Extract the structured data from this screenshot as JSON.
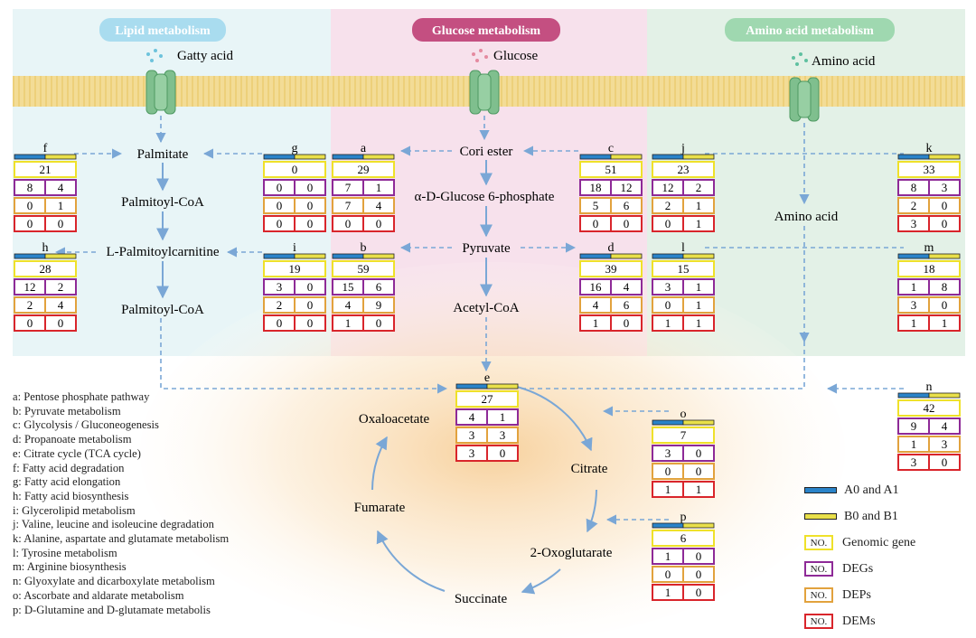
{
  "sections": {
    "lipid": {
      "label": "Lipid metabolism",
      "color": "#a9dcef"
    },
    "glucose": {
      "label": "Glucose metabolism",
      "color": "#c44f81"
    },
    "amino": {
      "label": "Amino acid metabolism",
      "color": "#9fd8b0"
    }
  },
  "transporters": {
    "lipid": "Gatty acid",
    "glucose": "Glucose",
    "amino": "Amino acid"
  },
  "metabolites": {
    "palmitate": "Palmitate",
    "palmitoyl_coa_1": "Palmitoyl-CoA",
    "l_palmitoylcarnitine": "L-Palmitoylcarnitine",
    "palmitoyl_coa_2": "Palmitoyl-CoA",
    "cori_ester": "Cori ester",
    "g6p": "α-D-Glucose 6-phosphate",
    "pyruvate": "Pyruvate",
    "acetyl_coa": "Acetyl-CoA",
    "amino_acid": "Amino acid",
    "oxaloacetate": "Oxaloacetate",
    "citrate": "Citrate",
    "oxoglutarate": "2-Oxoglutarate",
    "succinate": "Succinate",
    "fumarate": "Fumarate"
  },
  "pathways": [
    {
      "id": "f",
      "genomic": "21",
      "degs": [
        "8",
        "4"
      ],
      "deps": [
        "0",
        "1"
      ],
      "dems": [
        "0",
        "0"
      ]
    },
    {
      "id": "g",
      "genomic": "0",
      "degs": [
        "0",
        "0"
      ],
      "deps": [
        "0",
        "0"
      ],
      "dems": [
        "0",
        "0"
      ]
    },
    {
      "id": "a",
      "genomic": "29",
      "degs": [
        "7",
        "1"
      ],
      "deps": [
        "7",
        "4"
      ],
      "dems": [
        "0",
        "0"
      ]
    },
    {
      "id": "c",
      "genomic": "51",
      "degs": [
        "18",
        "12"
      ],
      "deps": [
        "5",
        "6"
      ],
      "dems": [
        "0",
        "0"
      ]
    },
    {
      "id": "j",
      "genomic": "23",
      "degs": [
        "12",
        "2"
      ],
      "deps": [
        "2",
        "1"
      ],
      "dems": [
        "0",
        "1"
      ]
    },
    {
      "id": "k",
      "genomic": "33",
      "degs": [
        "8",
        "3"
      ],
      "deps": [
        "2",
        "0"
      ],
      "dems": [
        "3",
        "0"
      ]
    },
    {
      "id": "h",
      "genomic": "28",
      "degs": [
        "12",
        "2"
      ],
      "deps": [
        "2",
        "4"
      ],
      "dems": [
        "0",
        "0"
      ]
    },
    {
      "id": "i",
      "genomic": "19",
      "degs": [
        "3",
        "0"
      ],
      "deps": [
        "2",
        "0"
      ],
      "dems": [
        "0",
        "0"
      ]
    },
    {
      "id": "b",
      "genomic": "59",
      "degs": [
        "15",
        "6"
      ],
      "deps": [
        "4",
        "9"
      ],
      "dems": [
        "1",
        "0"
      ]
    },
    {
      "id": "d",
      "genomic": "39",
      "degs": [
        "16",
        "4"
      ],
      "deps": [
        "4",
        "6"
      ],
      "dems": [
        "1",
        "0"
      ]
    },
    {
      "id": "l",
      "genomic": "15",
      "degs": [
        "3",
        "1"
      ],
      "deps": [
        "0",
        "1"
      ],
      "dems": [
        "1",
        "1"
      ]
    },
    {
      "id": "m",
      "genomic": "18",
      "degs": [
        "1",
        "8"
      ],
      "deps": [
        "3",
        "0"
      ],
      "dems": [
        "1",
        "1"
      ]
    },
    {
      "id": "e",
      "genomic": "27",
      "degs": [
        "4",
        "1"
      ],
      "deps": [
        "3",
        "3"
      ],
      "dems": [
        "3",
        "0"
      ]
    },
    {
      "id": "n",
      "genomic": "42",
      "degs": [
        "9",
        "4"
      ],
      "deps": [
        "1",
        "3"
      ],
      "dems": [
        "3",
        "0"
      ]
    },
    {
      "id": "o",
      "genomic": "7",
      "degs": [
        "3",
        "0"
      ],
      "deps": [
        "0",
        "0"
      ],
      "dems": [
        "1",
        "1"
      ]
    },
    {
      "id": "p",
      "genomic": "6",
      "degs": [
        "1",
        "0"
      ],
      "deps": [
        "0",
        "0"
      ],
      "dems": [
        "1",
        "0"
      ]
    }
  ],
  "abbreviations": [
    "a: Pentose phosphate pathway",
    "b: Pyruvate metabolism",
    "c: Glycolysis / Gluconeogenesis",
    "d: Propanoate metabolism",
    "e: Citrate cycle (TCA cycle)",
    "f: Fatty acid degradation",
    "g: Fatty acid elongation",
    "h: Fatty acid biosynthesis",
    "i: Glycerolipid metabolism",
    "j: Valine, leucine and isoleucine degradation",
    "k: Alanine, aspartate and glutamate metabolism",
    "l: Tyrosine metabolism",
    "m: Arginine biosynthesis",
    "n: Glyoxylate and dicarboxylate metabolism",
    "o: Ascorbate and aldarate metabolism",
    "p: D-Glutamine and D-glutamate metabolis"
  ],
  "legend": {
    "a_label": "A0 and A1",
    "b_label": "B0 and B1",
    "box_text": "NO.",
    "genomic": "Genomic gene",
    "degs": "DEGs",
    "deps": "DEPs",
    "dems": "DEMs"
  },
  "colors": {
    "arrow": "#7aa7d6",
    "bar_a": "#2a83c9",
    "bar_b": "#e9e04a",
    "genomic": "#efe12a",
    "degs": "#8e2a97",
    "deps": "#e2a23d",
    "dems": "#d9252b",
    "membrane": "#f0d47c",
    "channel": "#7fbf8e"
  }
}
